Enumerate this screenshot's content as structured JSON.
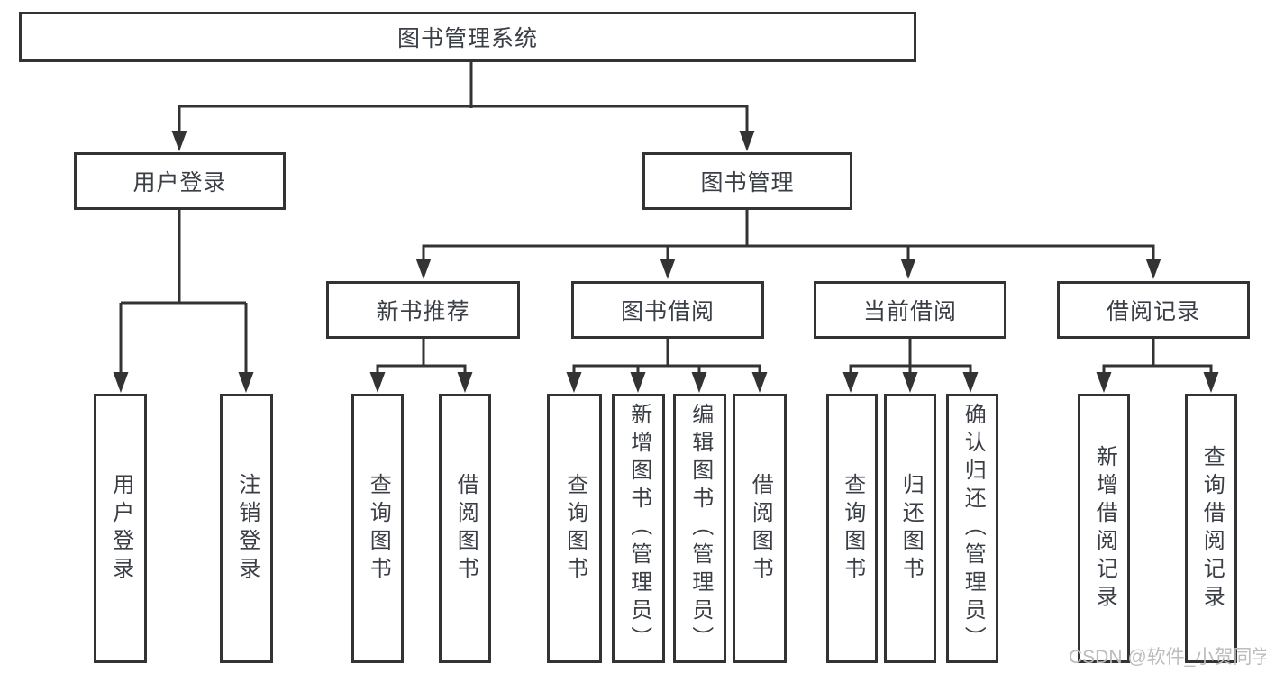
{
  "diagram": {
    "root": {
      "label": "图书管理系统"
    },
    "level2": [
      {
        "label": "用户登录",
        "children": [
          {
            "label": "用户登录"
          },
          {
            "label": "注销登录"
          }
        ]
      },
      {
        "label": "图书管理",
        "children": [
          {
            "label": "新书推荐",
            "children": [
              {
                "label": "查询图书"
              },
              {
                "label": "借阅图书"
              }
            ]
          },
          {
            "label": "图书借阅",
            "children": [
              {
                "label": "查询图书"
              },
              {
                "label": "新增图书（管理员）"
              },
              {
                "label": "编辑图书（管理员）"
              },
              {
                "label": "借阅图书"
              }
            ]
          },
          {
            "label": "当前借阅",
            "children": [
              {
                "label": "查询图书"
              },
              {
                "label": "归还图书"
              },
              {
                "label": "确认归还（管理员）"
              }
            ]
          },
          {
            "label": "借阅记录",
            "children": [
              {
                "label": "新增借阅记录"
              },
              {
                "label": "查询借阅记录"
              }
            ]
          }
        ]
      }
    ]
  },
  "watermark": {
    "text": "CSDN @软件_小贺同学"
  },
  "colors": {
    "line": "#333333",
    "box_border": "#333333",
    "text": "#3a3e45",
    "watermark": "#bcbcbc",
    "background": "#ffffff"
  }
}
